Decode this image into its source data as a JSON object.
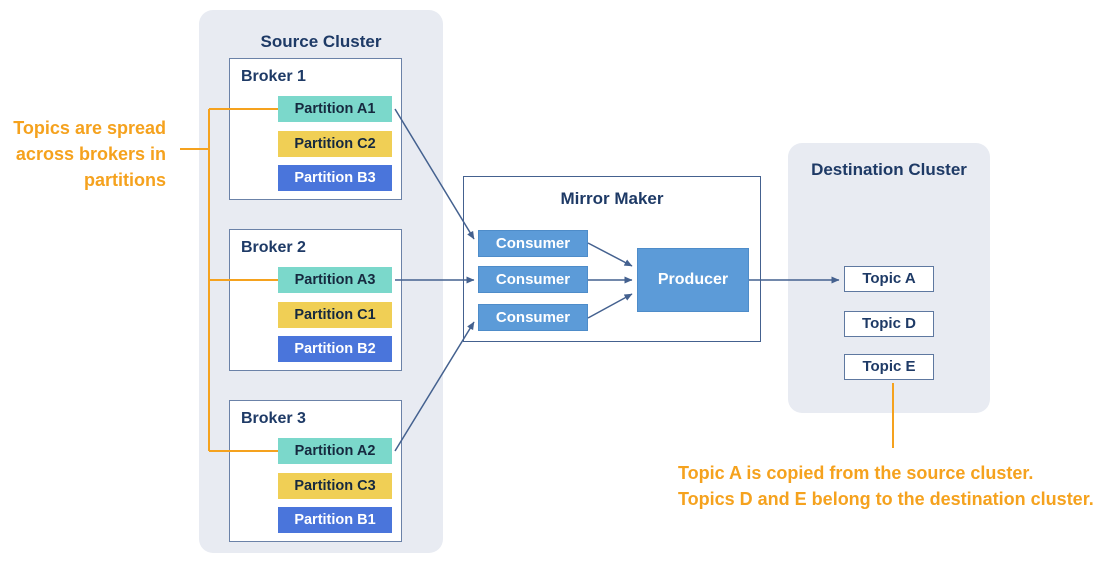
{
  "colors": {
    "panel_background": "#E8EBF2",
    "box_border": "#6B82A8",
    "mirror_maker_border": "#44618F",
    "title_text": "#1E3A66",
    "partition_teal": "#7BD8CB",
    "partition_yellow": "#F0CF55",
    "partition_blue": "#4A75DB",
    "process_blue": "#5C9BD8",
    "arrow_blue": "#44618F",
    "annotation_orange": "#F5A21E"
  },
  "annotations": {
    "left": {
      "lines": [
        "Topics are spread",
        "across brokers in",
        "partitions"
      ]
    },
    "bottom": {
      "lines": [
        "Topic A is copied from the source cluster.",
        "Topics D and E belong to the destination cluster."
      ]
    }
  },
  "source_cluster": {
    "title": "Source Cluster",
    "brokers": [
      {
        "label": "Broker 1",
        "partitions": [
          {
            "label": "Partition A1",
            "color": "teal"
          },
          {
            "label": "Partition C2",
            "color": "yellow"
          },
          {
            "label": "Partition B3",
            "color": "blue"
          }
        ]
      },
      {
        "label": "Broker 2",
        "partitions": [
          {
            "label": "Partition A3",
            "color": "teal"
          },
          {
            "label": "Partition C1",
            "color": "yellow"
          },
          {
            "label": "Partition B2",
            "color": "blue"
          }
        ]
      },
      {
        "label": "Broker 3",
        "partitions": [
          {
            "label": "Partition A2",
            "color": "teal"
          },
          {
            "label": "Partition C3",
            "color": "yellow"
          },
          {
            "label": "Partition B1",
            "color": "blue"
          }
        ]
      }
    ]
  },
  "mirror_maker": {
    "title": "Mirror Maker",
    "consumers": [
      {
        "label": "Consumer"
      },
      {
        "label": "Consumer"
      },
      {
        "label": "Consumer"
      }
    ],
    "producer": {
      "label": "Producer"
    }
  },
  "destination_cluster": {
    "title": "Destination Cluster",
    "topics": [
      {
        "label": "Topic A"
      },
      {
        "label": "Topic D"
      },
      {
        "label": "Topic E"
      }
    ]
  }
}
